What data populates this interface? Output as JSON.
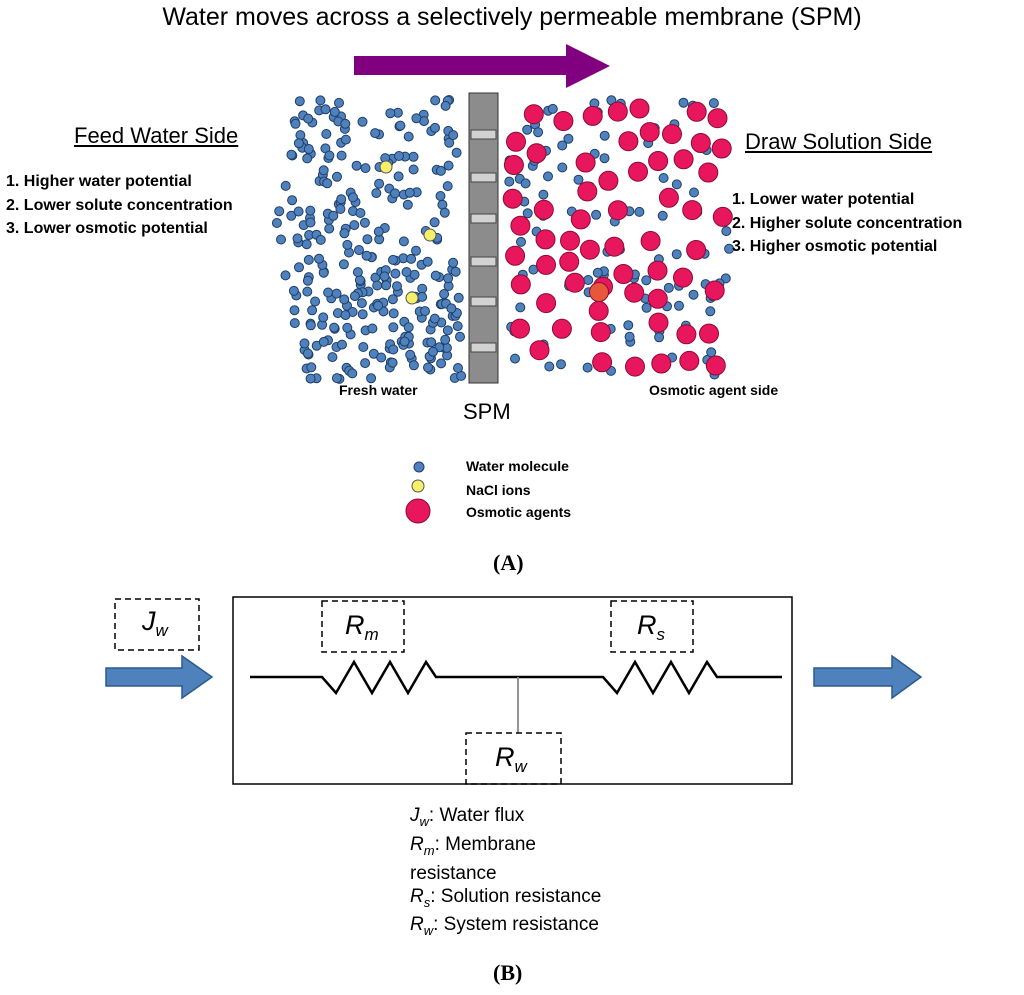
{
  "title": "Water moves across a selectively permeable membrane (SPM)",
  "panel_a": {
    "feed": {
      "heading": "Feed Water Side",
      "items": [
        "1. Higher water potential",
        "2. Lower solute concentration",
        "3. Lower osmotic potential"
      ],
      "caption": "Fresh water"
    },
    "draw": {
      "heading": "Draw Solution Side",
      "items": [
        "1. Lower water potential",
        "2. Higher solute concentration",
        "3. Higher osmotic potential"
      ],
      "caption": "Osmotic agent side"
    },
    "membrane_label": "SPM",
    "legend": [
      {
        "label": "Water molecule",
        "color": "#4f81bd"
      },
      {
        "label": "NaCl ions",
        "color": "#f5f06a"
      },
      {
        "label": "Osmotic agents",
        "color": "#e8175d"
      }
    ],
    "panel_label": "(A)"
  },
  "panel_b": {
    "resistors": {
      "jw": {
        "sym": "J",
        "sub": "w"
      },
      "rm": {
        "sym": "R",
        "sub": "m"
      },
      "rs": {
        "sym": "R",
        "sub": "s"
      },
      "rw": {
        "sym": "R",
        "sub": "w"
      }
    },
    "key": [
      {
        "sym": "J",
        "sub": "w",
        "text": ": Water flux"
      },
      {
        "sym": "R",
        "sub": "m",
        "text": ": Membrane"
      },
      {
        "sym": "",
        "sub": "",
        "text": "resistance"
      },
      {
        "sym": "R",
        "sub": "s",
        "text": ": Solution resistance"
      },
      {
        "sym": "R",
        "sub": "w",
        "text": ": System resistance"
      }
    ],
    "panel_label": "(B)"
  },
  "colors": {
    "water": "#4f81bd",
    "nacl": "#f5f06a",
    "agent": "#e8175d",
    "agent_highlight": "#e8573a",
    "flow_arrow": "#800080",
    "flux_arrow": "#4f81bd",
    "membrane": "#8c8c8c"
  }
}
